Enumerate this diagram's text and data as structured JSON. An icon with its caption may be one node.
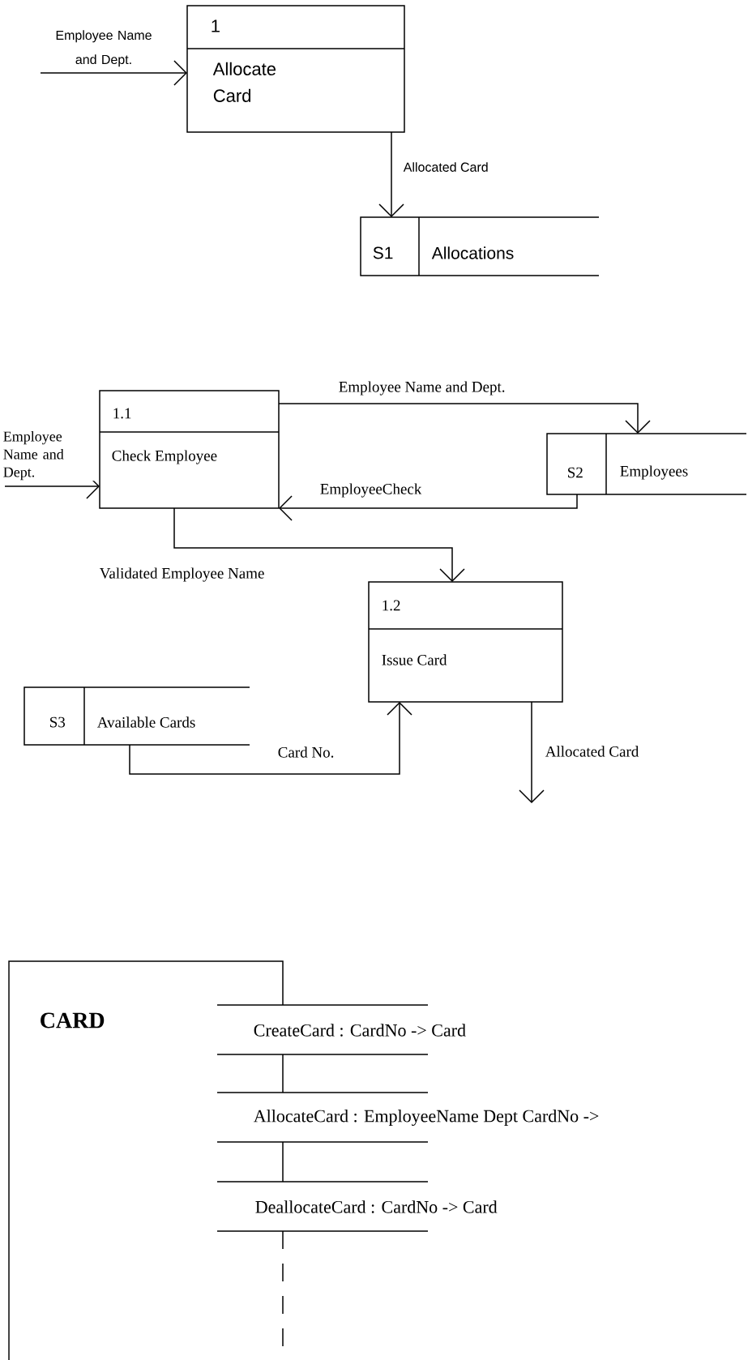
{
  "diagram": {
    "nodes": [
      {
        "text": [
          "1",
          "Allocate Card"
        ]
      },
      {
        "text": [
          "S1",
          "Allocations"
        ]
      },
      {
        "text": [
          "1.1",
          "Check Employee"
        ]
      },
      {
        "text": [
          "S2",
          "Employees"
        ]
      },
      {
        "text": [
          "1.2",
          "Issue Card"
        ]
      },
      {
        "text": [
          "S3",
          "Available Cards"
        ]
      },
      {
        "text": [
          "CARD"
        ]
      },
      {
        "text": [
          "CreateCard : CardNo -> Card"
        ]
      },
      {
        "text": [
          "AllocateCard : EmployeeName Dept CardNo ->"
        ]
      },
      {
        "text": [
          "DeallocateCard : CardNo -> Card"
        ]
      }
    ],
    "edges": [
      {
        "from": null,
        "to": 0,
        "arrow": "to",
        "label": "Employee Name and Dept."
      },
      {
        "from": 0,
        "to": 1,
        "arrow": "to",
        "label": "Allocated Card"
      },
      {
        "from": null,
        "to": 2,
        "arrow": "to",
        "label": "Employee Name and Dept."
      },
      {
        "from": 2,
        "to": 3,
        "arrow": "to",
        "label": "Employee Name and Dept."
      },
      {
        "from": 3,
        "to": 2,
        "arrow": "to",
        "label": "EmployeeCheck"
      },
      {
        "from": 2,
        "to": 4,
        "arrow": "to",
        "label": "Validated Employee Name"
      },
      {
        "from": 5,
        "to": 4,
        "arrow": "to",
        "label": "Card No."
      },
      {
        "from": 4,
        "to": null,
        "arrow": "to",
        "label": "Allocated Card"
      },
      {
        "from": 7,
        "to": 8,
        "arrow": "none"
      },
      {
        "from": 8,
        "to": 9,
        "arrow": "none"
      },
      {
        "from": 9,
        "to": 6,
        "arrow": "none",
        "style": "dashed"
      }
    ]
  }
}
